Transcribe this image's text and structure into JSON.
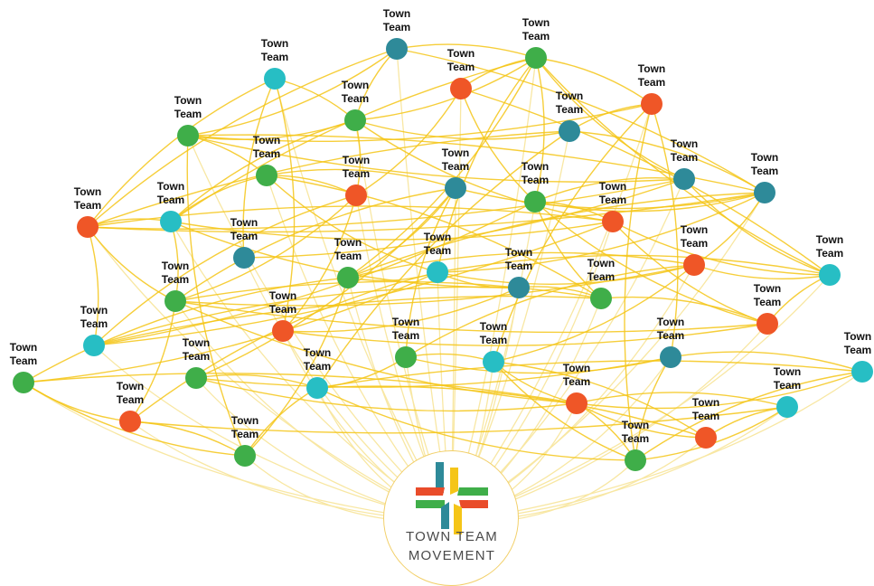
{
  "node_label_line1": "Town",
  "node_label_line2": "Team",
  "hub": {
    "title_line1": "TOWN TEAM",
    "title_line2": "MOVEMENT",
    "logo_icon": "cross-plus-logo-icon"
  },
  "colors": {
    "green": "#3fae49",
    "orange": "#ef5627",
    "teal": "#2e8a99",
    "cyan": "#27bec4",
    "edge": "#f5c518",
    "spoke": "#f8e7a3",
    "logo_red": "#e94c2a",
    "logo_green": "#3fae49",
    "logo_teal": "#2e8a99",
    "logo_yellow": "#f5c518"
  },
  "nodes": [
    {
      "id": "n1",
      "color": "teal"
    },
    {
      "id": "n2",
      "color": "green"
    },
    {
      "id": "n3",
      "color": "cyan"
    },
    {
      "id": "n4",
      "color": "orange"
    },
    {
      "id": "n5",
      "color": "green"
    },
    {
      "id": "n6",
      "color": "teal"
    },
    {
      "id": "n7",
      "color": "orange"
    },
    {
      "id": "n8",
      "color": "green"
    },
    {
      "id": "n9",
      "color": "green"
    },
    {
      "id": "n10",
      "color": "teal"
    },
    {
      "id": "n11",
      "color": "teal"
    },
    {
      "id": "n12",
      "color": "orange"
    },
    {
      "id": "n13",
      "color": "cyan"
    },
    {
      "id": "n14",
      "color": "orange"
    },
    {
      "id": "n15",
      "color": "green"
    },
    {
      "id": "n16",
      "color": "teal"
    },
    {
      "id": "n17",
      "color": "orange"
    },
    {
      "id": "n18",
      "color": "teal"
    },
    {
      "id": "n19",
      "color": "cyan"
    },
    {
      "id": "n20",
      "color": "green"
    },
    {
      "id": "n21",
      "color": "orange"
    },
    {
      "id": "n22",
      "color": "cyan"
    },
    {
      "id": "n23",
      "color": "green"
    },
    {
      "id": "n24",
      "color": "teal"
    },
    {
      "id": "n25",
      "color": "green"
    },
    {
      "id": "n26",
      "color": "cyan"
    },
    {
      "id": "n27",
      "color": "orange"
    },
    {
      "id": "n28",
      "color": "orange"
    },
    {
      "id": "n29",
      "color": "green"
    },
    {
      "id": "n30",
      "color": "cyan"
    },
    {
      "id": "n31",
      "color": "teal"
    },
    {
      "id": "n32",
      "color": "green"
    },
    {
      "id": "n33",
      "color": "green"
    },
    {
      "id": "n34",
      "color": "cyan"
    },
    {
      "id": "n35",
      "color": "orange"
    },
    {
      "id": "n36",
      "color": "cyan"
    },
    {
      "id": "n37",
      "color": "orange"
    },
    {
      "id": "n38",
      "color": "green"
    },
    {
      "id": "n39",
      "color": "cyan"
    },
    {
      "id": "n40",
      "color": "orange"
    },
    {
      "id": "n41",
      "color": "green"
    }
  ],
  "edges": [
    [
      "n1",
      "n2"
    ],
    [
      "n1",
      "n5"
    ],
    [
      "n1",
      "n8"
    ],
    [
      "n1",
      "n12"
    ],
    [
      "n1",
      "n16"
    ],
    [
      "n2",
      "n4"
    ],
    [
      "n2",
      "n5"
    ],
    [
      "n2",
      "n13"
    ],
    [
      "n2",
      "n7"
    ],
    [
      "n2",
      "n11"
    ],
    [
      "n2",
      "n15"
    ],
    [
      "n2",
      "n19"
    ],
    [
      "n2",
      "n20"
    ],
    [
      "n2",
      "n22"
    ],
    [
      "n3",
      "n5"
    ],
    [
      "n3",
      "n12"
    ],
    [
      "n3",
      "n27"
    ],
    [
      "n3",
      "n18"
    ],
    [
      "n4",
      "n14"
    ],
    [
      "n4",
      "n15"
    ],
    [
      "n4",
      "n22"
    ],
    [
      "n5",
      "n6"
    ],
    [
      "n5",
      "n8"
    ],
    [
      "n5",
      "n13"
    ],
    [
      "n5",
      "n14"
    ],
    [
      "n5",
      "n17"
    ],
    [
      "n6",
      "n7"
    ],
    [
      "n6",
      "n12"
    ],
    [
      "n6",
      "n16"
    ],
    [
      "n6",
      "n34"
    ],
    [
      "n7",
      "n8"
    ],
    [
      "n7",
      "n30"
    ],
    [
      "n7",
      "n31"
    ],
    [
      "n7",
      "n41"
    ],
    [
      "n8",
      "n9"
    ],
    [
      "n8",
      "n11"
    ],
    [
      "n8",
      "n16"
    ],
    [
      "n8",
      "n38"
    ],
    [
      "n9",
      "n10"
    ],
    [
      "n9",
      "n13"
    ],
    [
      "n9",
      "n14"
    ],
    [
      "n9",
      "n19"
    ],
    [
      "n9",
      "n25"
    ],
    [
      "n10",
      "n16"
    ],
    [
      "n10",
      "n20"
    ],
    [
      "n10",
      "n23"
    ],
    [
      "n10",
      "n33"
    ],
    [
      "n10",
      "n29"
    ],
    [
      "n11",
      "n12"
    ],
    [
      "n11",
      "n15"
    ],
    [
      "n11",
      "n18"
    ],
    [
      "n11",
      "n22"
    ],
    [
      "n12",
      "n13"
    ],
    [
      "n12",
      "n16"
    ],
    [
      "n12",
      "n17"
    ],
    [
      "n12",
      "n23"
    ],
    [
      "n12",
      "n26"
    ],
    [
      "n13",
      "n17"
    ],
    [
      "n13",
      "n23"
    ],
    [
      "n13",
      "n24"
    ],
    [
      "n14",
      "n23"
    ],
    [
      "n14",
      "n26"
    ],
    [
      "n14",
      "n27"
    ],
    [
      "n15",
      "n16"
    ],
    [
      "n15",
      "n17"
    ],
    [
      "n15",
      "n25"
    ],
    [
      "n15",
      "n26"
    ],
    [
      "n15",
      "n28"
    ],
    [
      "n16",
      "n19"
    ],
    [
      "n16",
      "n20"
    ],
    [
      "n16",
      "n21"
    ],
    [
      "n17",
      "n22"
    ],
    [
      "n17",
      "n26"
    ],
    [
      "n17",
      "n28"
    ],
    [
      "n19",
      "n20"
    ],
    [
      "n19",
      "n21"
    ],
    [
      "n19",
      "n22"
    ],
    [
      "n19",
      "n24"
    ],
    [
      "n19",
      "n32"
    ],
    [
      "n19",
      "n35"
    ],
    [
      "n20",
      "n21"
    ],
    [
      "n20",
      "n32"
    ],
    [
      "n20",
      "n38"
    ],
    [
      "n21",
      "n22"
    ],
    [
      "n21",
      "n23"
    ],
    [
      "n21",
      "n29"
    ],
    [
      "n21",
      "n30"
    ],
    [
      "n22",
      "n28"
    ],
    [
      "n23",
      "n25"
    ],
    [
      "n23",
      "n28"
    ],
    [
      "n23",
      "n35"
    ],
    [
      "n23",
      "n37"
    ],
    [
      "n24",
      "n25"
    ],
    [
      "n24",
      "n26"
    ],
    [
      "n24",
      "n27"
    ],
    [
      "n25",
      "n26"
    ],
    [
      "n25",
      "n28"
    ],
    [
      "n27",
      "n28"
    ],
    [
      "n29",
      "n30"
    ],
    [
      "n29",
      "n31"
    ],
    [
      "n29",
      "n34"
    ],
    [
      "n30",
      "n37"
    ],
    [
      "n30",
      "n40"
    ],
    [
      "n30",
      "n41"
    ],
    [
      "n31",
      "n36"
    ],
    [
      "n31",
      "n41"
    ],
    [
      "n31",
      "n33"
    ],
    [
      "n32",
      "n35"
    ],
    [
      "n32",
      "n37"
    ],
    [
      "n32",
      "n38"
    ],
    [
      "n33",
      "n34"
    ],
    [
      "n33",
      "n37"
    ],
    [
      "n34",
      "n36"
    ],
    [
      "n34",
      "n38"
    ],
    [
      "n34",
      "n40"
    ],
    [
      "n34",
      "n41"
    ],
    [
      "n35",
      "n38"
    ],
    [
      "n35",
      "n39"
    ],
    [
      "n36",
      "n37"
    ],
    [
      "n36",
      "n41"
    ],
    [
      "n37",
      "n39"
    ],
    [
      "n37",
      "n40"
    ],
    [
      "n37",
      "n41"
    ],
    [
      "n39",
      "n40"
    ],
    [
      "n39",
      "n41"
    ]
  ]
}
